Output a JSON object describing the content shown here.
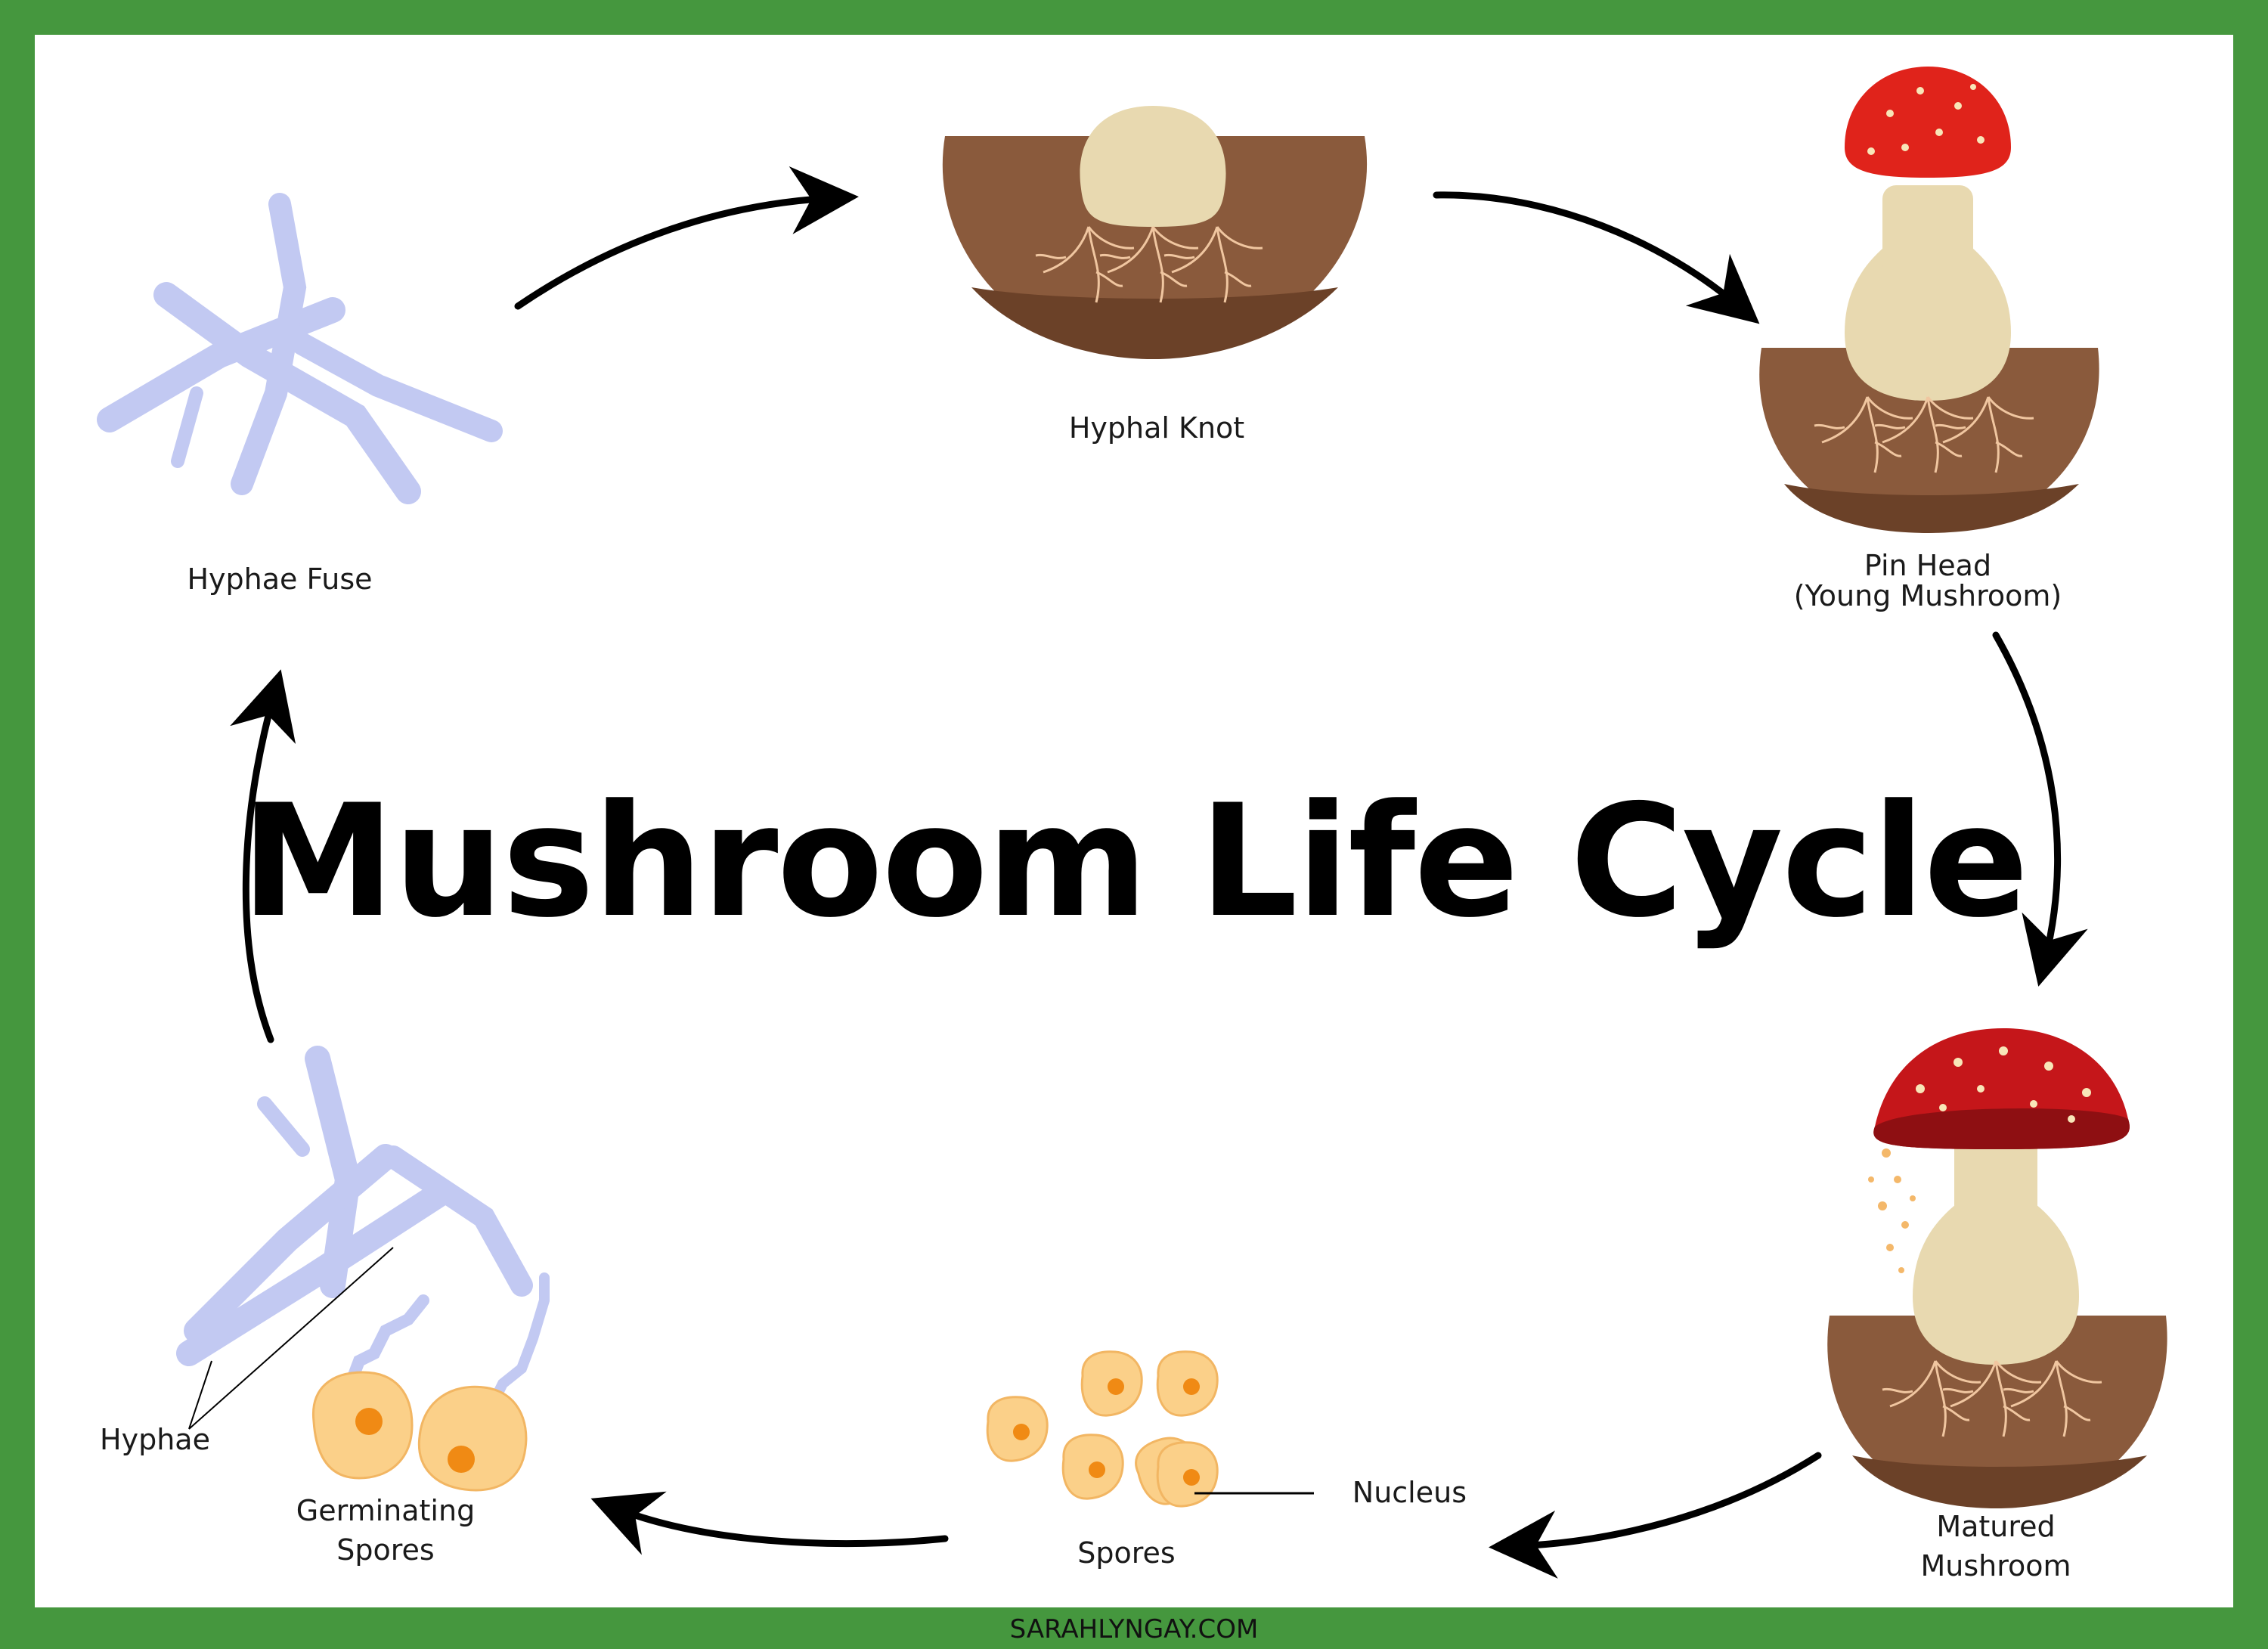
{
  "title": "Mushroom Life Cycle",
  "credit": "SARAHLYNGAY.COM",
  "colors": {
    "border": "#45973e",
    "soil": "#8a5a3c",
    "soil_dark": "#6b4128",
    "knot": "#e8d9b0",
    "cap": "#e0231b",
    "hyphae": "#c2c9f2",
    "spore": "#fbd089",
    "nucleus": "#f08a14"
  },
  "stages": {
    "hyphal_knot": "Hyphal Knot",
    "pin_head_line1": "Pin Head",
    "pin_head_line2": "(Young Mushroom)",
    "matured_line1": "Matured",
    "matured_line2": "Mushroom",
    "spores": "Spores",
    "nucleus": "Nucleus",
    "germinating_line1": "Germinating",
    "germinating_line2": "Spores",
    "hyphae": "Hyphae",
    "hyphae_fuse": "Hyphae Fuse"
  }
}
